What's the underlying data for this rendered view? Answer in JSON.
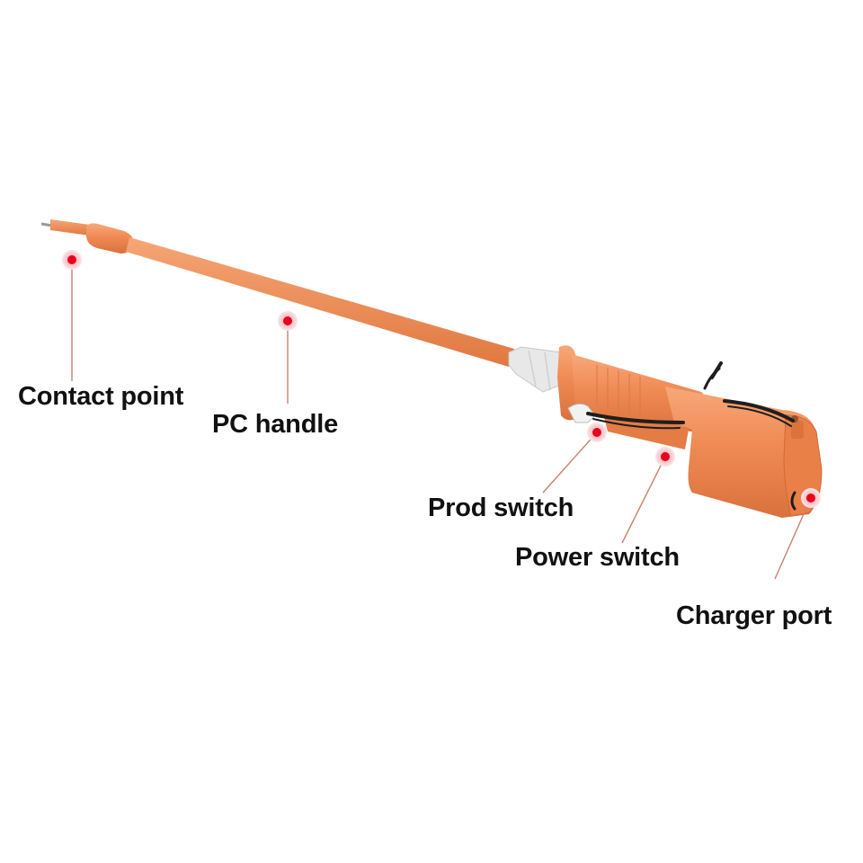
{
  "callouts": [
    {
      "key": "contact",
      "label": "Contact point"
    },
    {
      "key": "handle",
      "label": "PC handle"
    },
    {
      "key": "prod",
      "label": "Prod switch"
    },
    {
      "key": "power",
      "label": "Power switch"
    },
    {
      "key": "charger",
      "label": "Charger port"
    }
  ],
  "colors": {
    "body": "#F08A55",
    "body_dark": "#D9713C",
    "body_light": "#F7A878",
    "guard": "#E6E6E6",
    "strap": "#222222",
    "marker_dot": "#E8001C",
    "marker_halo": "#F6C9CC",
    "leader_line": "#C9826E",
    "label_text": "#111111"
  }
}
